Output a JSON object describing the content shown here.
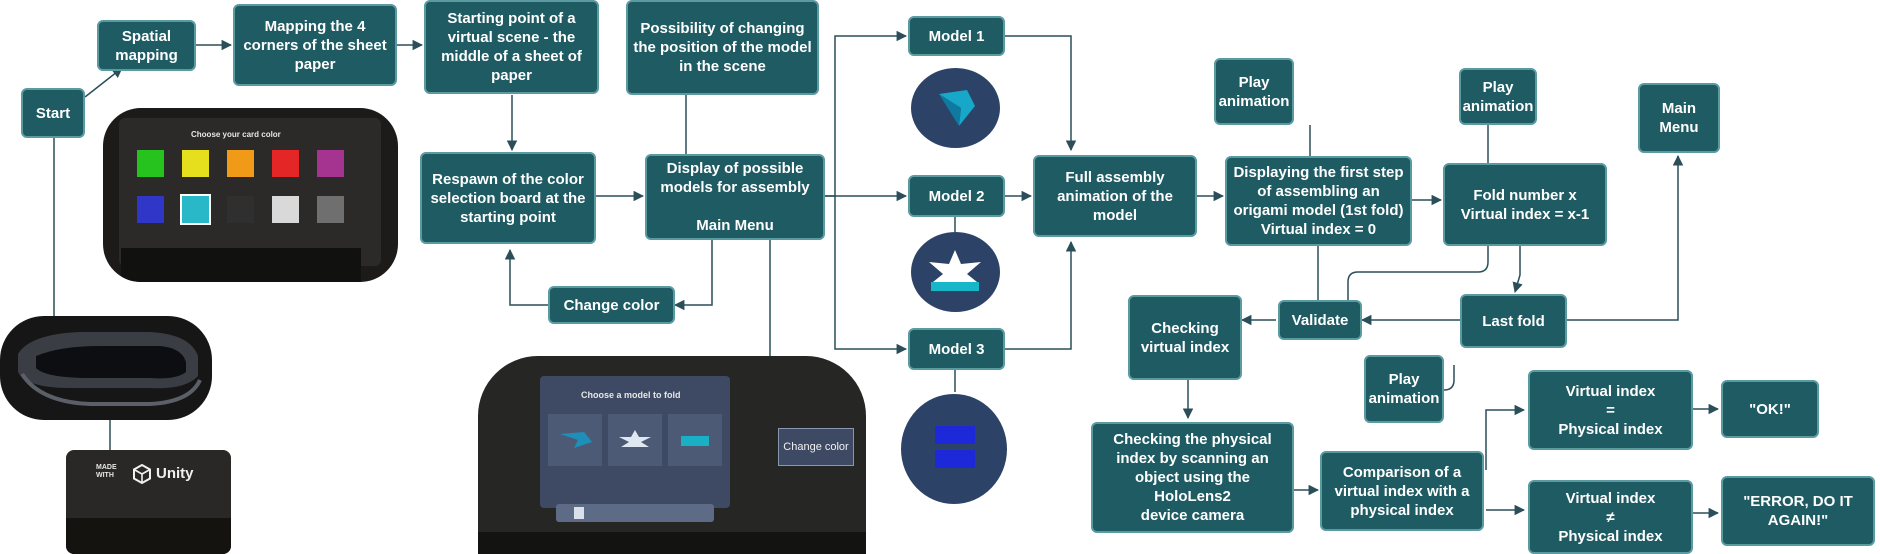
{
  "colors": {
    "node_fill": "#1e5b63",
    "node_border": "#5a9aa1",
    "arrow": "#2b4f59",
    "disc": "#2c4367",
    "swatches": [
      "#26c31f",
      "#e6df1d",
      "#f09a17",
      "#e42626",
      "#a4348f",
      "#2f36c8",
      "#28b8c8",
      "#2f2f2f",
      "#d9d9d9",
      "#6f6f6f"
    ]
  },
  "nodes": {
    "start": "Start",
    "spatial_mapping": "Spatial\nmapping",
    "mapping_corners": "Mapping the 4\ncorners of the sheet\npaper",
    "starting_point": "Starting point of a\nvirtual scene - the\nmiddle of a sheet of\npaper",
    "possibility_change": "Possibility of changing\nthe position of the model\nin the scene",
    "respawn_board": "Respawn of the color\nselection board at the\nstarting point",
    "display_models": "Display of possible\nmodels for assembly\n\nMain Menu",
    "change_color": "Change color",
    "model_1": "Model 1",
    "model_2": "Model 2",
    "model_3": "Model 3",
    "full_assembly": "Full assembly\nanimation of the\nmodel",
    "play_animation_1": "Play\nanimation",
    "play_animation_2": "Play\nanimation",
    "play_animation_3": "Play\nanimation",
    "first_step": "Displaying the first step\nof assembling an\norigami model (1st fold)\nVirtual index = 0",
    "fold_number": "Fold number x\nVirtual index = x-1",
    "main_menu": "Main\nMenu",
    "validate": "Validate",
    "last_fold": "Last fold",
    "checking_virtual": "Checking\nvirtual index",
    "checking_physical": "Checking the physical\nindex by scanning an\nobject using the HoloLens2\ndevice camera",
    "comparison": "Comparison of a\nvirtual index with a\nphysical index",
    "equal_index": "Virtual index\n=\nPhysical index",
    "not_equal_index": "Virtual index\n≠\nPhysical index",
    "ok": "\"OK!\"",
    "error": "\"ERROR, DO IT\nAGAIN!\""
  },
  "screens": {
    "color_board_title": "Choose your card color",
    "model_menu_title": "Choose a model to fold",
    "change_color_button": "Change color",
    "made_with": "MADE\nWITH",
    "unity": "Unity"
  }
}
